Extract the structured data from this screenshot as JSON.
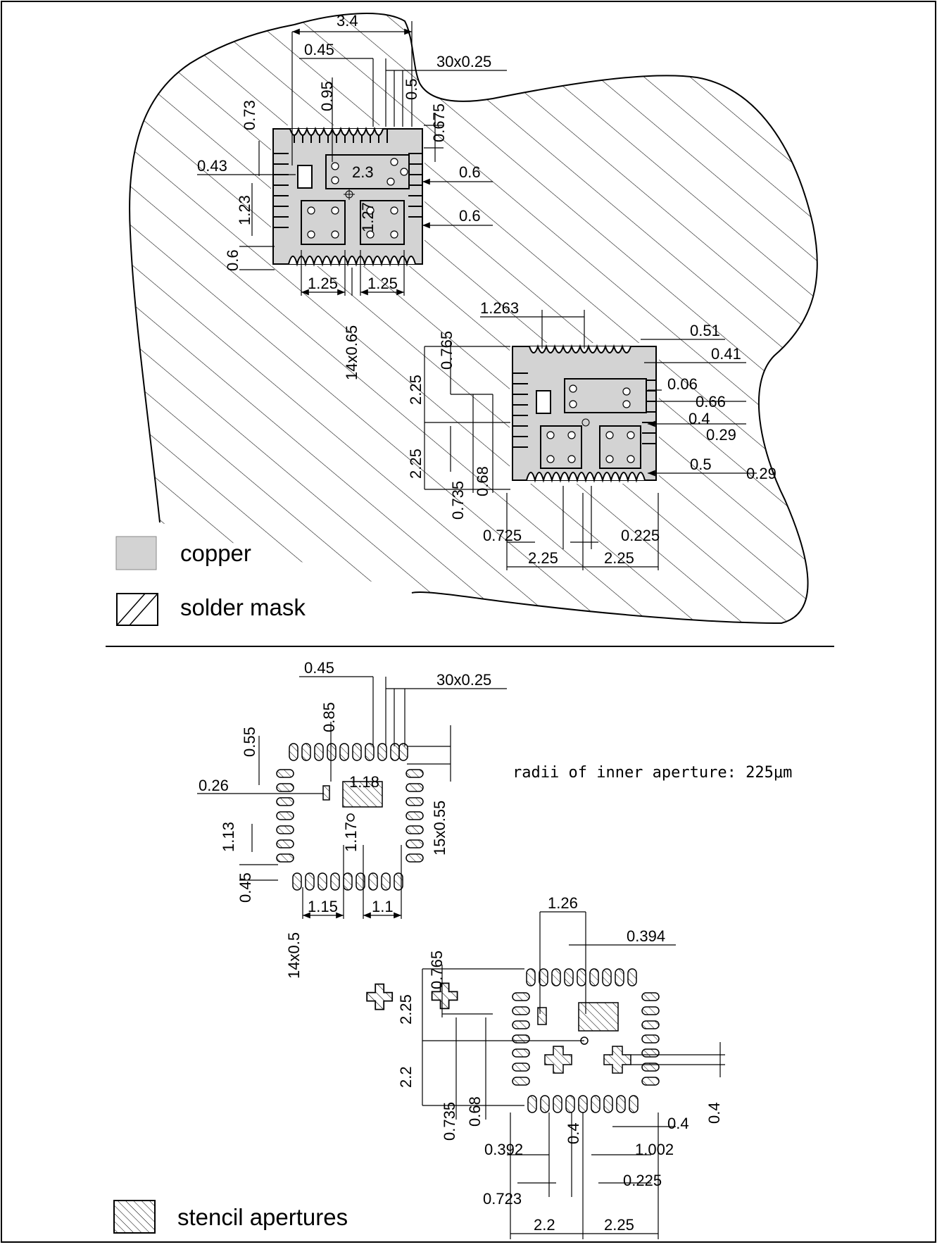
{
  "top_diagram": {
    "title": "",
    "package_a_dims": {
      "d1": "3.4",
      "d2": "0.45",
      "d3": "30x0.25",
      "d4": "0.5",
      "d5": "0.95",
      "d6": "0.73",
      "d7": "0.675",
      "d8": "0.43",
      "d9": "2.3",
      "d10": "0.6",
      "d11": "1.23",
      "d12": "1.27",
      "d13": "0.6",
      "d14": "0.6",
      "d15": "1.25",
      "d16": "1.25",
      "d17": "14x0.65"
    },
    "package_b_dims": {
      "d1": "1.263",
      "d2": "0.765",
      "d3": "0.51",
      "d4": "0.41",
      "d5": "2.25",
      "d6": "0.06",
      "d7": "0.66",
      "d8": "0.4",
      "d9": "2.25",
      "d10": "0.29",
      "d11": "0.5",
      "d12": "0.29",
      "d13": "0.735",
      "d14": "0.68",
      "d15": "0.725",
      "d16": "0.225",
      "d17": "2.25",
      "d18": "2.25"
    },
    "legend": {
      "copper": "copper",
      "solder_mask": "solder mask"
    }
  },
  "bottom_diagram": {
    "package_a_dims": {
      "d1": "0.45",
      "d2": "30x0.25",
      "d3": "0.85",
      "d4": "0.55",
      "d5": "0.26",
      "d6": "1.18",
      "d7": "15x0.55",
      "d8": "1.13",
      "d9": "1.17",
      "d10": "0.45",
      "d11": "1.15",
      "d12": "1.1",
      "d13": "14x0.5"
    },
    "note": "radii of inner aperture: 225μm",
    "package_b_dims": {
      "d1": "1.26",
      "d2": "0.394",
      "d3": "0.765",
      "d4": "2.25",
      "d5": "2.2",
      "d6": "0.735",
      "d7": "0.68",
      "d8": "0.4",
      "d9": "0.4",
      "d10": "0.4",
      "d11": "0.392",
      "d12": "1.002",
      "d13": "0.225",
      "d14": "0.723",
      "d15": "2.2",
      "d16": "2.25"
    },
    "legend": {
      "stencil": "stencil apertures"
    }
  },
  "colors": {
    "copper": "#d3d3d3",
    "ink": "#000000",
    "background": "#ffffff"
  }
}
